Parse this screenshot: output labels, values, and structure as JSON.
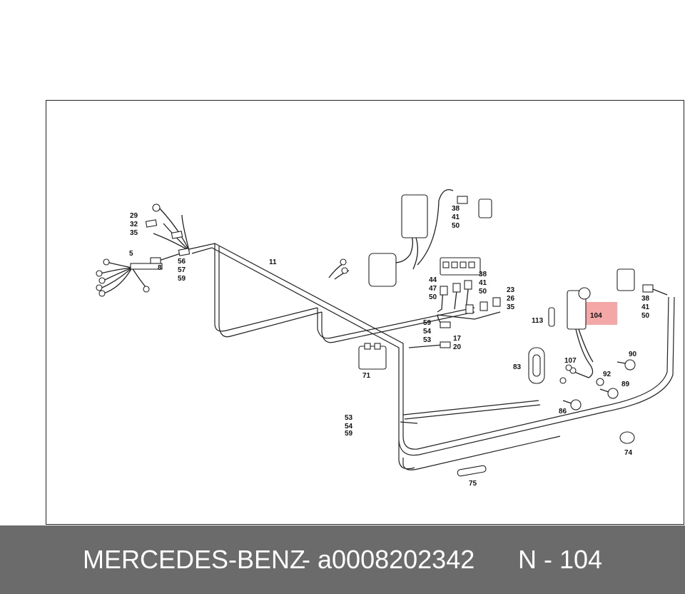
{
  "diagram": {
    "callouts": {
      "c29_32_35": [
        "29",
        "32",
        "35"
      ],
      "c5": "5",
      "c8": "8",
      "c56_57_59": [
        "56",
        "57",
        "59"
      ],
      "c11": "11",
      "c38_41_50_top": [
        "38",
        "41",
        "50"
      ],
      "c44_47_50": [
        "44",
        "47",
        "50"
      ],
      "c38_41_50_mid": [
        "38",
        "41",
        "50"
      ],
      "c23_26_35": [
        "23",
        "26",
        "35"
      ],
      "c59_54_53": [
        "59",
        "54",
        "53"
      ],
      "c17_20": [
        "17",
        "20"
      ],
      "c71": "71",
      "c113": "113",
      "c104": "104",
      "c38_41_50_right": [
        "38",
        "41",
        "50"
      ],
      "c90": "90",
      "c83": "83",
      "c107": "107",
      "c92": "92",
      "c89": "89",
      "c86": "86",
      "c53_54_59": [
        "53",
        "54",
        "59"
      ],
      "c74": "74",
      "c75": "75"
    },
    "highlight_color": "#f4a7a7"
  },
  "footer": {
    "brand": "MERCEDES-BENZ",
    "separator": "-",
    "part_number": "a0008202342",
    "reference": "N - 104",
    "background": "#6b6b6b"
  }
}
